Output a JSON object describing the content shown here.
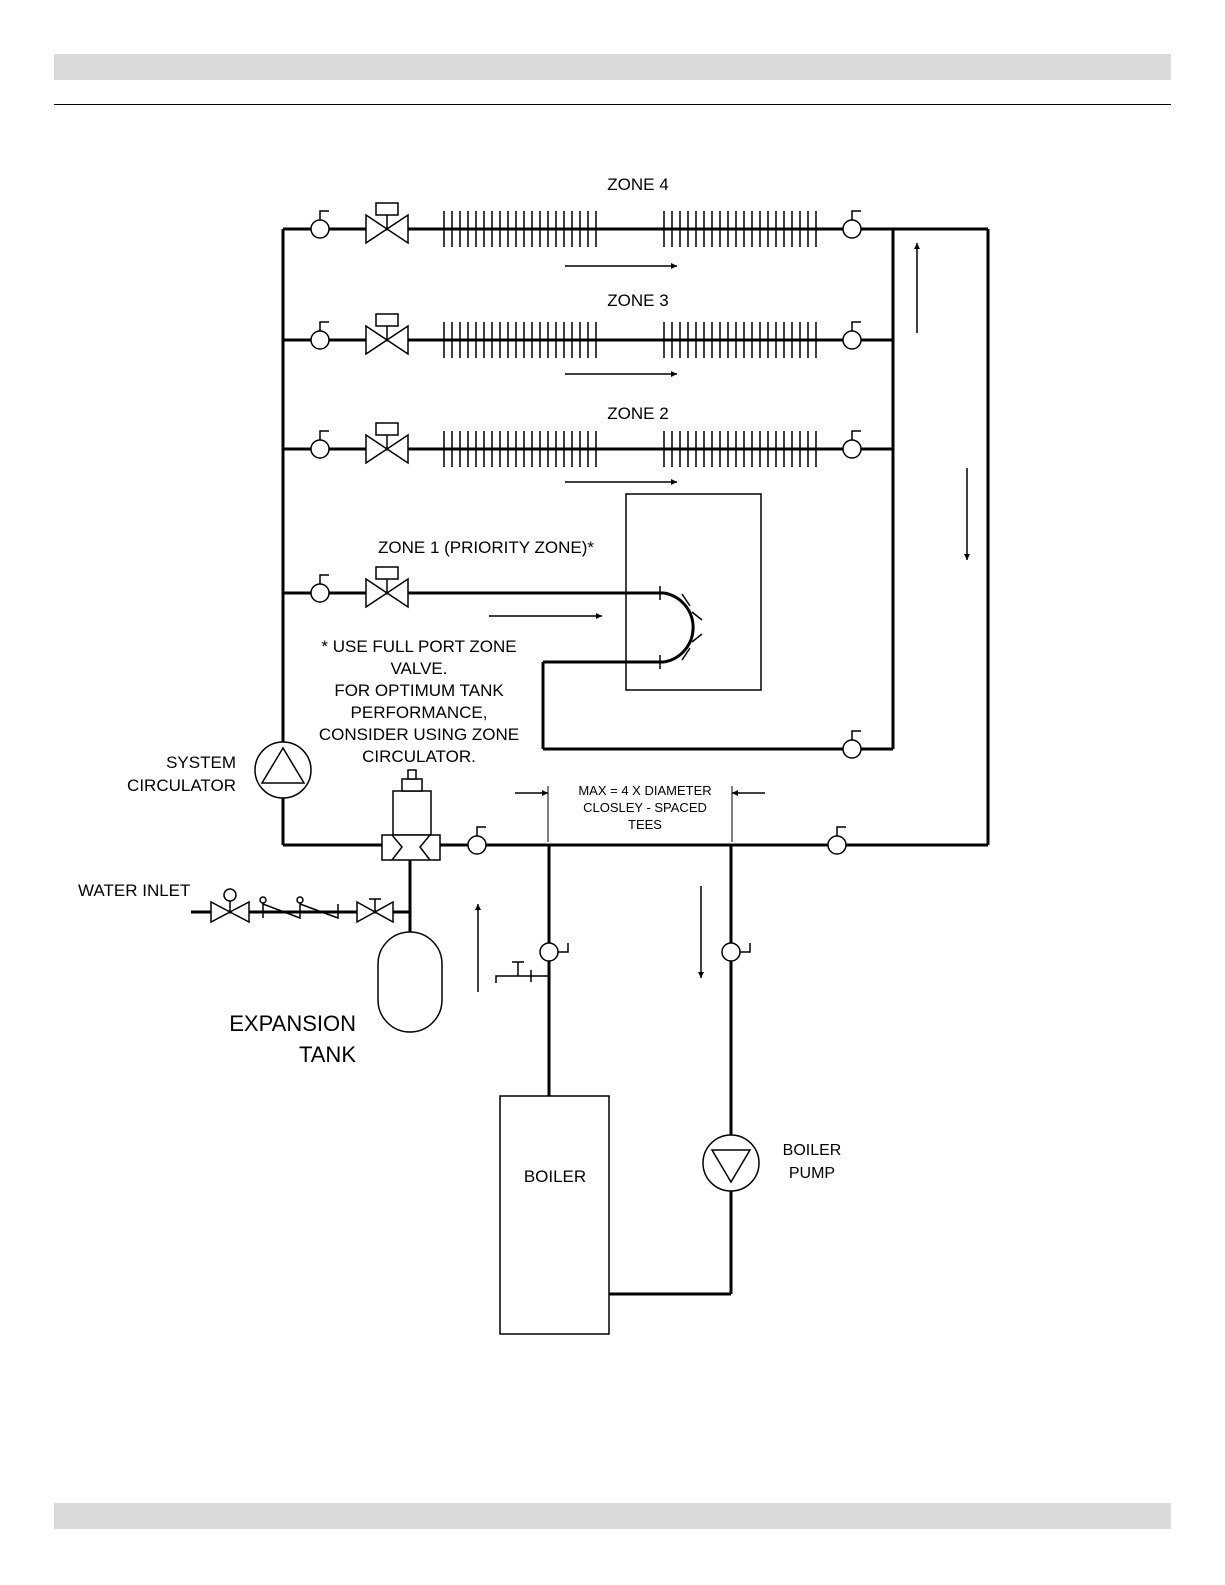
{
  "labels": {
    "zone4": "ZONE 4",
    "zone3": "ZONE 3",
    "zone2": "ZONE 2",
    "zone1": "ZONE 1 (PRIORITY ZONE)*",
    "note": [
      "* USE FULL PORT ZONE",
      "VALVE.",
      "FOR OPTIMUM TANK",
      "PERFORMANCE,",
      "CONSIDER USING ZONE",
      "CIRCULATOR."
    ],
    "system_circulator": [
      "SYSTEM",
      "CIRCULATOR"
    ],
    "water_inlet": "WATER INLET",
    "expansion_tank": [
      "EXPANSION",
      "TANK"
    ],
    "tees": [
      "MAX = 4 X DIAMETER",
      "CLOSLEY - SPACED",
      "TEES"
    ],
    "boiler": "BOILER",
    "boiler_pump": [
      "BOILER",
      "PUMP"
    ]
  },
  "colors": {
    "band": "#d9d9d9",
    "line": "#000000"
  }
}
